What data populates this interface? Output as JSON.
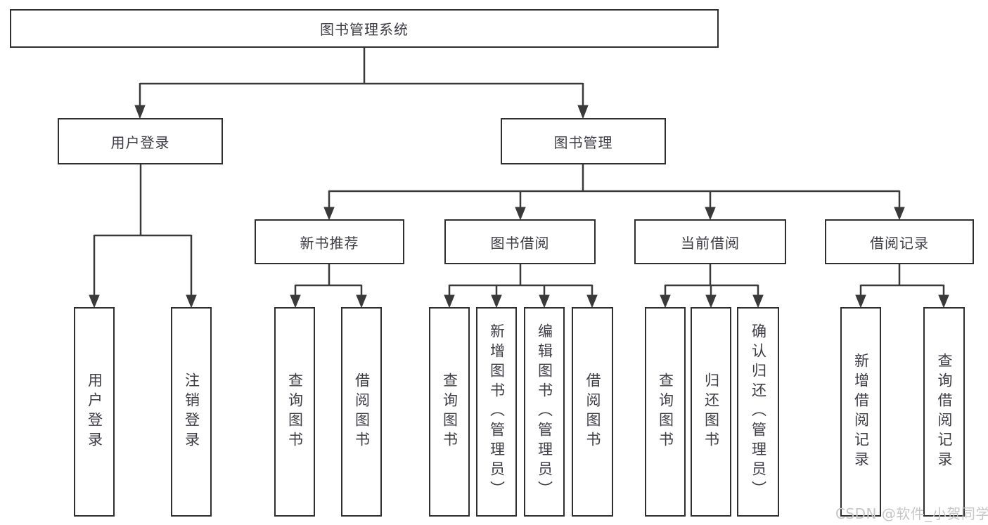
{
  "tree": {
    "label": "图书管理系统",
    "children": [
      {
        "label": "用户登录",
        "children": [
          {
            "label": "用户登录"
          },
          {
            "label": "注销登录"
          }
        ]
      },
      {
        "label": "图书管理",
        "children": [
          {
            "label": "新书推荐",
            "children": [
              {
                "label": "查询图书"
              },
              {
                "label": "借阅图书"
              }
            ]
          },
          {
            "label": "图书借阅",
            "children": [
              {
                "label": "查询图书"
              },
              {
                "label": "新增图书（管理员）"
              },
              {
                "label": "编辑图书（管理员）"
              },
              {
                "label": "借阅图书"
              }
            ]
          },
          {
            "label": "当前借阅",
            "children": [
              {
                "label": "查询图书"
              },
              {
                "label": "归还图书"
              },
              {
                "label": "确认归还（管理员）"
              }
            ]
          },
          {
            "label": "借阅记录",
            "children": [
              {
                "label": "新增借阅记录"
              },
              {
                "label": "查询借阅记录"
              }
            ]
          }
        ]
      }
    ]
  },
  "watermark": {
    "text": "CSDN @软件_小贺同学"
  },
  "colors": {
    "line": "#3a3a3a",
    "box_border": "#2f2f31",
    "box_fill": "#ffffff",
    "text": "#3d3d44",
    "watermark": "#c6c6c6",
    "background": "#ffffff"
  }
}
